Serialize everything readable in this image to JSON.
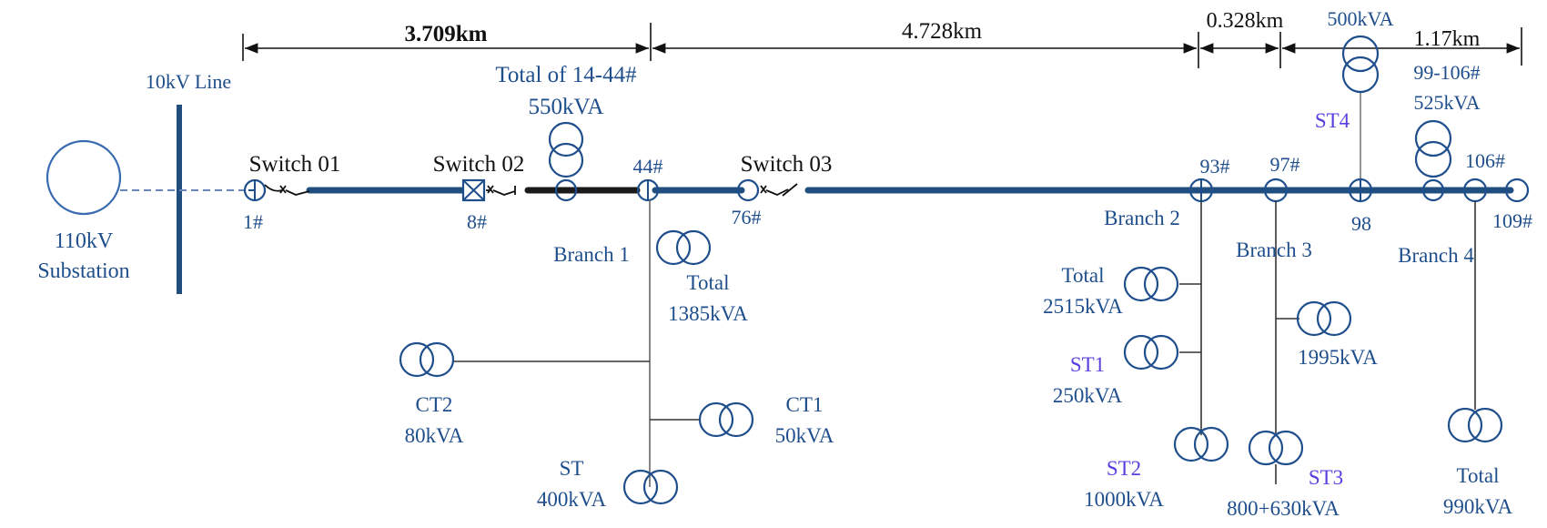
{
  "diagram": {
    "type": "single-line distribution feeder diagram",
    "colors": {
      "primary_blue": "#1f4e8c",
      "line_blue": "#1f4e7f",
      "highlight_segment": "#1a1a1a",
      "accent_violet": "#5a3fe0"
    },
    "distances": [
      {
        "label": "3.709km",
        "from": "1#",
        "to": "44#"
      },
      {
        "label": "4.728km",
        "from": "44#",
        "to": "93#"
      },
      {
        "label": "0.328km",
        "from": "93#",
        "to": "97#"
      },
      {
        "label": "1.17km",
        "from": "97#",
        "to": "109#"
      }
    ],
    "source": {
      "substation_line1": "110kV",
      "substation_line2": "Substation",
      "bus_label": "10kV Line"
    },
    "switches": [
      {
        "label": "Switch 01",
        "pole": "1#"
      },
      {
        "label": "Switch 02",
        "pole": "8#"
      },
      {
        "label": "Switch 03",
        "pole": "76#"
      }
    ],
    "poles": {
      "p44": "44#",
      "p93": "93#",
      "p97": "97#",
      "p98": "98",
      "p106": "106#",
      "p109": "109#"
    },
    "top_loads": {
      "seg14_44": {
        "line1": "Total of 14-44#",
        "line2": "550kVA"
      },
      "st4": {
        "name": "ST4",
        "rating": "500kVA"
      },
      "seg99_106": {
        "line1": "99-106#",
        "line2": "525kVA"
      }
    },
    "branches": {
      "b1": {
        "label": "Branch 1",
        "total_line1": "Total",
        "total_line2": "1385kVA",
        "ct2": {
          "name": "CT2",
          "rating": "80kVA"
        },
        "ct1": {
          "name": "CT1",
          "rating": "50kVA"
        },
        "st": {
          "name": "ST",
          "rating": "400kVA"
        }
      },
      "b2": {
        "label": "Branch 2",
        "total_line1": "Total",
        "total_line2": "2515kVA",
        "st1": {
          "name": "ST1",
          "rating": "250kVA"
        },
        "st2": {
          "name": "ST2",
          "rating": "1000kVA"
        }
      },
      "b3": {
        "label": "Branch 3",
        "load": "1995kVA",
        "st3": {
          "name": "ST3",
          "rating": "800+630kVA"
        }
      },
      "b4": {
        "label": "Branch 4",
        "total_line1": "Total",
        "total_line2": "990kVA"
      }
    }
  }
}
